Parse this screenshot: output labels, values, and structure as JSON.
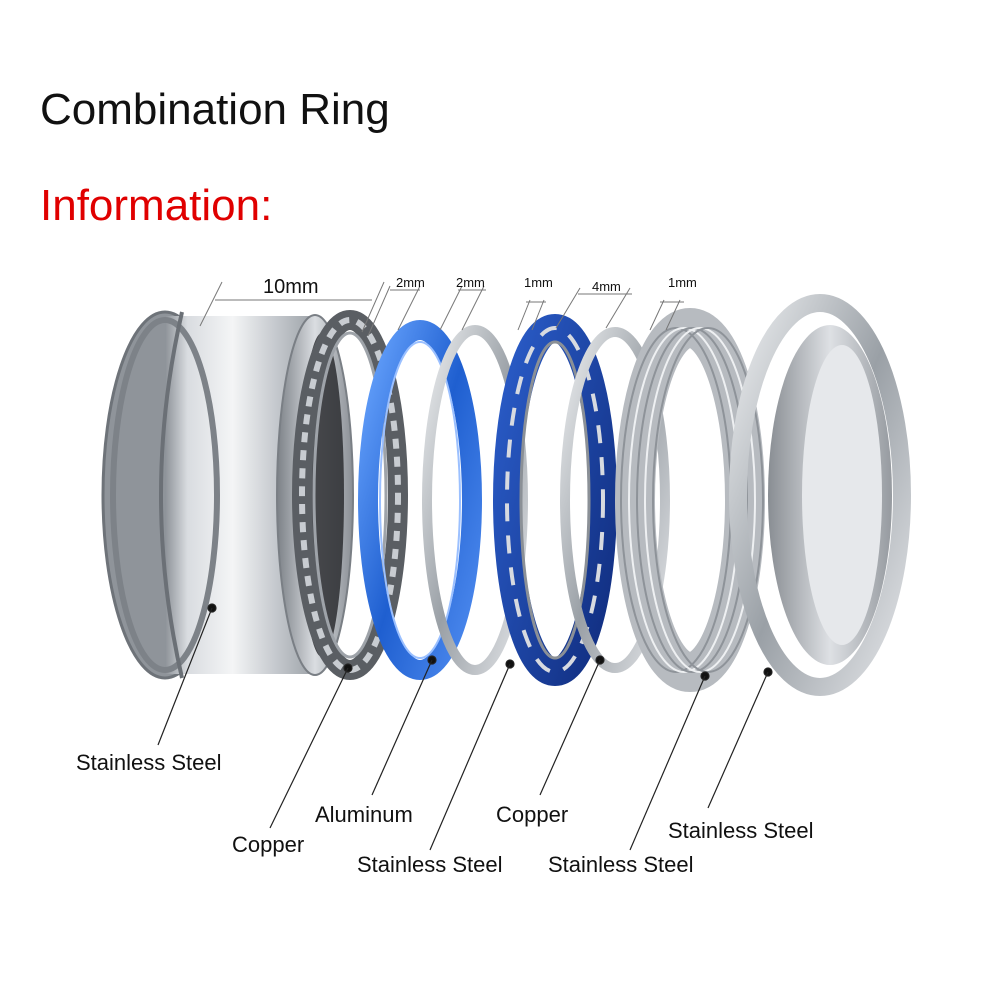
{
  "title": "Combination Ring",
  "subtitle": "Information:",
  "dimensions": [
    {
      "id": "d1",
      "text": "10mm"
    },
    {
      "id": "d2",
      "text": "2mm"
    },
    {
      "id": "d3",
      "text": "2mm"
    },
    {
      "id": "d4",
      "text": "1mm"
    },
    {
      "id": "d5",
      "text": "4mm"
    },
    {
      "id": "d6",
      "text": "1mm"
    }
  ],
  "materials": [
    {
      "id": "m1",
      "text": "Stainless Steel"
    },
    {
      "id": "m2",
      "text": "Copper"
    },
    {
      "id": "m3",
      "text": "Aluminum"
    },
    {
      "id": "m4",
      "text": "Stainless Steel"
    },
    {
      "id": "m5",
      "text": "Copper"
    },
    {
      "id": "m6",
      "text": "Stainless Steel"
    },
    {
      "id": "m7",
      "text": "Stainless Steel"
    }
  ],
  "colors": {
    "title": "#111111",
    "subtitle": "#e00000",
    "steel": "#c9ccd1",
    "aluminum_blue": "#2f6fd6",
    "copper_blue": "#1b46a8"
  }
}
